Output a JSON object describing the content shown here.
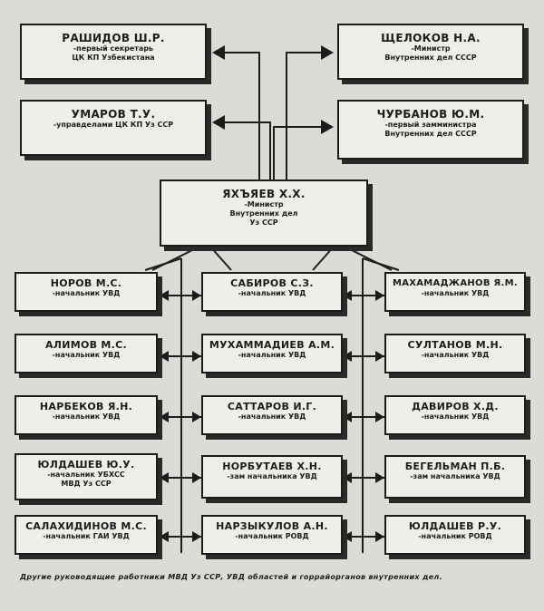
{
  "top_left": [
    {
      "name": "РАШИДОВ Ш.Р.",
      "post": "-первый секретарь\nЦК КП Узбекистана"
    },
    {
      "name": "УМАРОВ Т.У.",
      "post": "-управделами ЦК КП Уз ССР"
    }
  ],
  "top_right": [
    {
      "name": "ЩЕЛОКОВ Н.А.",
      "post": "-Министр\nВнутренних дел СССР"
    },
    {
      "name": "ЧУРБАНОВ Ю.М.",
      "post": "-первый замминистра\nВнутренних дел СССР"
    }
  ],
  "center": {
    "name": "ЯХЪЯЕВ Х.Х.",
    "post": "-Министр\nВнутренних дел\nУз ССР"
  },
  "col1": [
    {
      "name": "НОРОВ М.С.",
      "post": "-начальник УВД"
    },
    {
      "name": "АЛИМОВ М.С.",
      "post": "-начальник УВД"
    },
    {
      "name": "НАРБЕКОВ Я.Н.",
      "post": "-начальник УВД"
    },
    {
      "name": "ЮЛДАШЕВ Ю.У.",
      "post": "-начальник УБХСС\nМВД Уз ССР"
    },
    {
      "name": "САЛАХИДИНОВ М.С.",
      "post": "-начальник ГАИ УВД"
    }
  ],
  "col2": [
    {
      "name": "САБИРОВ С.З.",
      "post": "-начальник УВД"
    },
    {
      "name": "МУХАММАДИЕВ А.М.",
      "post": "-начальник УВД"
    },
    {
      "name": "САТТАРОВ И.Г.",
      "post": "-начальник УВД"
    },
    {
      "name": "НОРБУТАЕВ Х.Н.",
      "post": "-зам начальника УВД"
    },
    {
      "name": "НАРЗЫКУЛОВ А.Н.",
      "post": "-начальник РОВД"
    }
  ],
  "col3": [
    {
      "name": "МАХАМАДЖАНОВ Я.М.",
      "post": "-начальник УВД"
    },
    {
      "name": "СУЛТАНОВ М.Н.",
      "post": "-начальник УВД"
    },
    {
      "name": "ДАВИРОВ Х.Д.",
      "post": "-начальник УВД"
    },
    {
      "name": "БЕГЕЛЬМАН П.Б.",
      "post": "-зам начальника УВД"
    },
    {
      "name": "ЮЛДАШЕВ Р.У.",
      "post": "-начальник РОВД"
    }
  ],
  "caption": "Другие руководящие работники МВД Уз ССР, УВД областей и горрайорганов внутренних дел."
}
